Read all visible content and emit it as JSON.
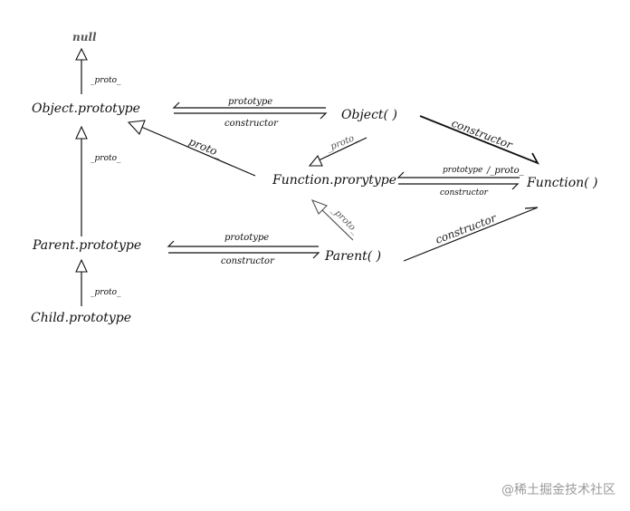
{
  "nodes": {
    "null": "null",
    "object_prototype": "Object.prototype",
    "object_ctor": "Object( )",
    "function_prototype": "Function.prorytype",
    "function_ctor": "Function( )",
    "parent_prototype": "Parent.prototype",
    "parent_ctor": "Parent( )",
    "child_prototype": "Child.prototype"
  },
  "edges": {
    "objproto_to_null": "_proto_",
    "parentproto_to_objproto": "_proto_",
    "childproto_to_parentproto": "_proto_",
    "object_prototype": "prototype",
    "object_constructor": "constructor",
    "object_to_function_constructor": "constructor",
    "object_to_funcproto_proto": "_proto_",
    "funcproto_to_objproto_proto": "_proto_",
    "function_prototype": "prototype",
    "function_proto": "/_proto_",
    "function_constructor": "constructor",
    "parent_prototype": "prototype",
    "parent_constructor": "constructor",
    "parent_to_funcproto_proto": "_proto_",
    "parent_to_function_constructor": "constructor"
  },
  "watermark": "@稀土掘金技术社区"
}
